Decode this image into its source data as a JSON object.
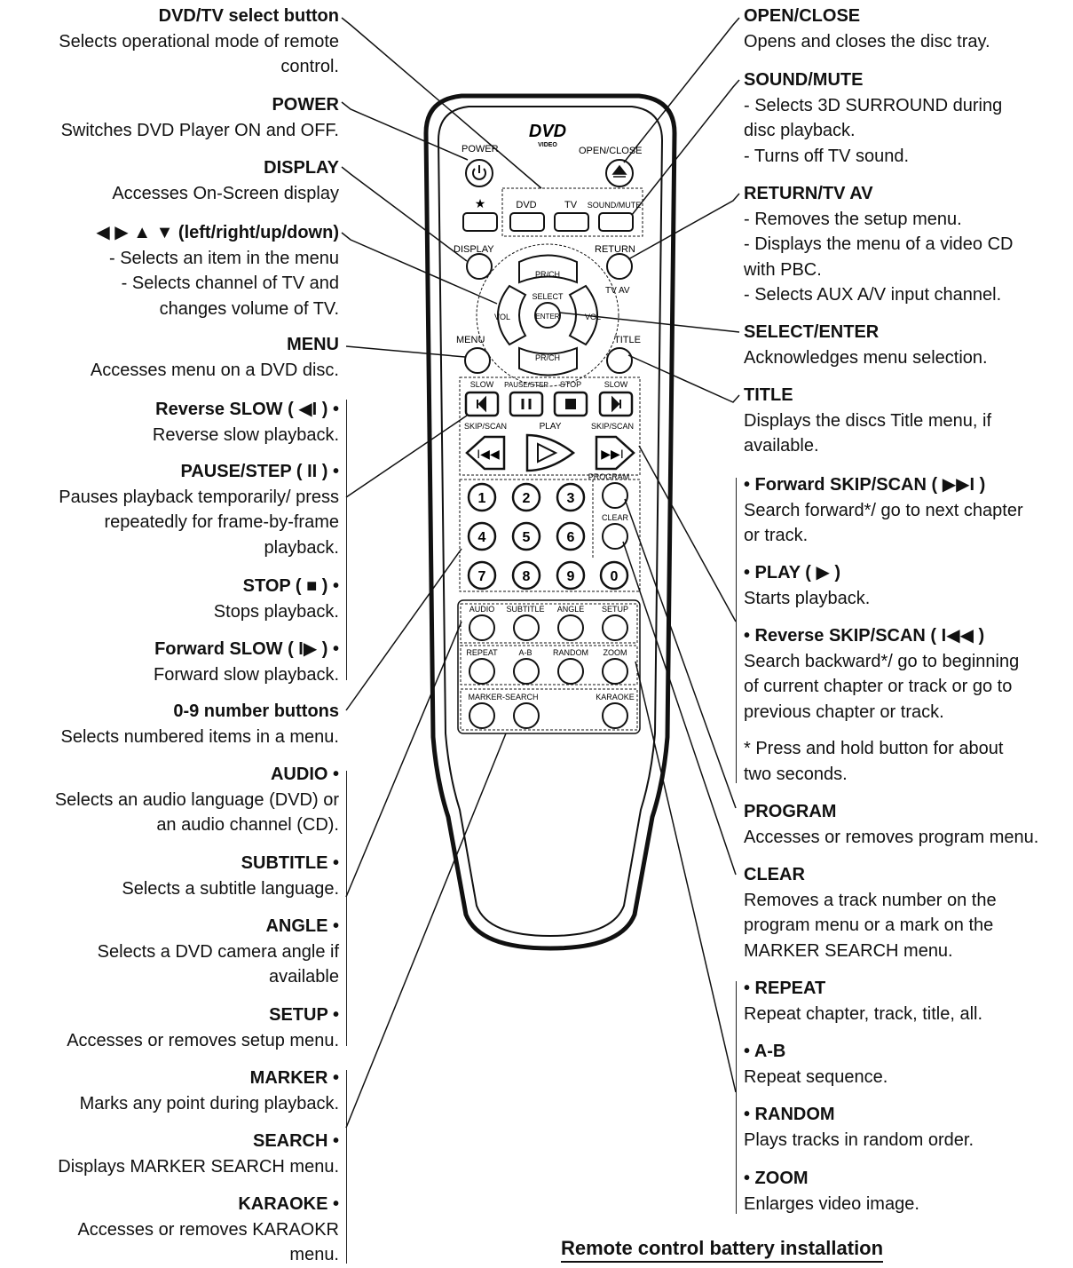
{
  "left": [
    {
      "title": "DVD/TV select button",
      "desc": [
        "Selects operational mode of remote",
        "control."
      ]
    },
    {
      "title": "POWER",
      "desc": [
        "Switches DVD Player ON and OFF."
      ]
    },
    {
      "title": "DISPLAY",
      "desc": [
        "Accesses On-Screen display"
      ]
    },
    {
      "title": "◀ ▶ ▲ ▼ (left/right/up/down)",
      "desc": [
        "- Selects an item in the menu",
        "- Selects channel of TV and",
        "changes volume of TV."
      ]
    },
    {
      "title": "MENU",
      "desc": [
        "Accesses menu on a DVD disc."
      ]
    },
    {
      "title": "Reverse SLOW ( ◀I ) •",
      "desc": [
        "Reverse slow playback."
      ]
    },
    {
      "title": "PAUSE/STEP ( II ) •",
      "desc": [
        "Pauses playback temporarily/ press",
        "repeatedly for frame-by-frame",
        "playback."
      ]
    },
    {
      "title": "STOP ( ■ ) •",
      "desc": [
        "Stops playback."
      ]
    },
    {
      "title": "Forward SLOW ( I▶ ) •",
      "desc": [
        "Forward slow playback."
      ]
    },
    {
      "title": "0-9 number buttons",
      "desc": [
        "Selects numbered items in a menu."
      ]
    },
    {
      "title": "AUDIO •",
      "desc": [
        "Selects an audio language (DVD) or",
        "an audio channel (CD)."
      ]
    },
    {
      "title": "SUBTITLE •",
      "desc": [
        "Selects a subtitle language."
      ]
    },
    {
      "title": "ANGLE •",
      "desc": [
        "Selects a DVD camera angle if",
        "available"
      ]
    },
    {
      "title": "SETUP •",
      "desc": [
        "Accesses or removes setup menu."
      ]
    },
    {
      "title": "MARKER •",
      "desc": [
        "Marks any point during playback."
      ]
    },
    {
      "title": "SEARCH •",
      "desc": [
        "Displays MARKER SEARCH menu."
      ]
    },
    {
      "title": "KARAOKE •",
      "desc": [
        "Accesses or removes KARAOKR",
        "menu."
      ]
    }
  ],
  "right": [
    {
      "title": "OPEN/CLOSE",
      "desc": [
        "Opens and closes the disc tray."
      ]
    },
    {
      "title": "SOUND/MUTE",
      "desc": [
        "- Selects 3D SURROUND during",
        "disc playback.",
        "- Turns off TV sound."
      ]
    },
    {
      "title": "RETURN/TV AV",
      "desc": [
        "- Removes the setup menu.",
        "- Displays the menu of a video CD",
        "with PBC.",
        "- Selects AUX A/V input channel."
      ]
    },
    {
      "title": "SELECT/ENTER",
      "desc": [
        "Acknowledges menu selection."
      ]
    },
    {
      "title": "TITLE",
      "desc": [
        "Displays the discs Title menu, if",
        "available."
      ]
    },
    {
      "title": "• Forward SKIP/SCAN ( ▶▶I )",
      "desc": [
        "Search forward*/ go to next chapter",
        "or track."
      ]
    },
    {
      "title": "• PLAY ( ▶ )",
      "desc": [
        "Starts playback."
      ]
    },
    {
      "title": "• Reverse SKIP/SCAN ( I◀◀ )",
      "desc": [
        "Search backward*/ go to beginning",
        "of current chapter or track or go to",
        "previous chapter or track."
      ]
    },
    {
      "title": "",
      "desc": [
        "* Press and hold button for about",
        "two seconds."
      ]
    },
    {
      "title": "PROGRAM",
      "desc": [
        "Accesses or removes program menu."
      ]
    },
    {
      "title": "CLEAR",
      "desc": [
        "Removes a track number on the",
        "program menu or a mark on the",
        "MARKER SEARCH menu."
      ]
    },
    {
      "title": "• REPEAT",
      "desc": [
        "Repeat chapter, track, title, all."
      ]
    },
    {
      "title": "• A-B",
      "desc": [
        "Repeat sequence."
      ]
    },
    {
      "title": "• RANDOM",
      "desc": [
        "Plays tracks in random order."
      ]
    },
    {
      "title": "• ZOOM",
      "desc": [
        "Enlarges video image."
      ]
    }
  ],
  "bottom_title": "Remote control battery installation",
  "remote": {
    "logo": "DVD",
    "logo_sub": "VIDEO",
    "power": "POWER",
    "open_close": "OPEN/CLOSE",
    "star": "★",
    "dvd": "DVD",
    "tv": "TV",
    "sound_mute": "SOUND/MUTE",
    "display": "DISPLAY",
    "return": "RETURN",
    "tv_av": "TV AV",
    "prch": "PR/CH",
    "select": "SELECT",
    "enter": "ENTER",
    "vol": "VOL",
    "menu": "MENU",
    "title": "TITLE",
    "slow": "SLOW",
    "pause_step": "PAUSE/STEP",
    "stop": "STOP",
    "skip_scan": "SKIP/SCAN",
    "play": "PLAY",
    "program": "PROGRAM",
    "clear": "CLEAR",
    "digits": [
      "1",
      "2",
      "3",
      "4",
      "5",
      "6",
      "7",
      "8",
      "9",
      "0"
    ],
    "audio": "AUDIO",
    "subtitle": "SUBTITLE",
    "angle": "ANGLE",
    "setup": "SETUP",
    "repeat": "REPEAT",
    "ab": "A-B",
    "random": "RANDOM",
    "zoom": "ZOOM",
    "marker_search": "MARKER-SEARCH",
    "karaoke": "KARAOKE"
  }
}
